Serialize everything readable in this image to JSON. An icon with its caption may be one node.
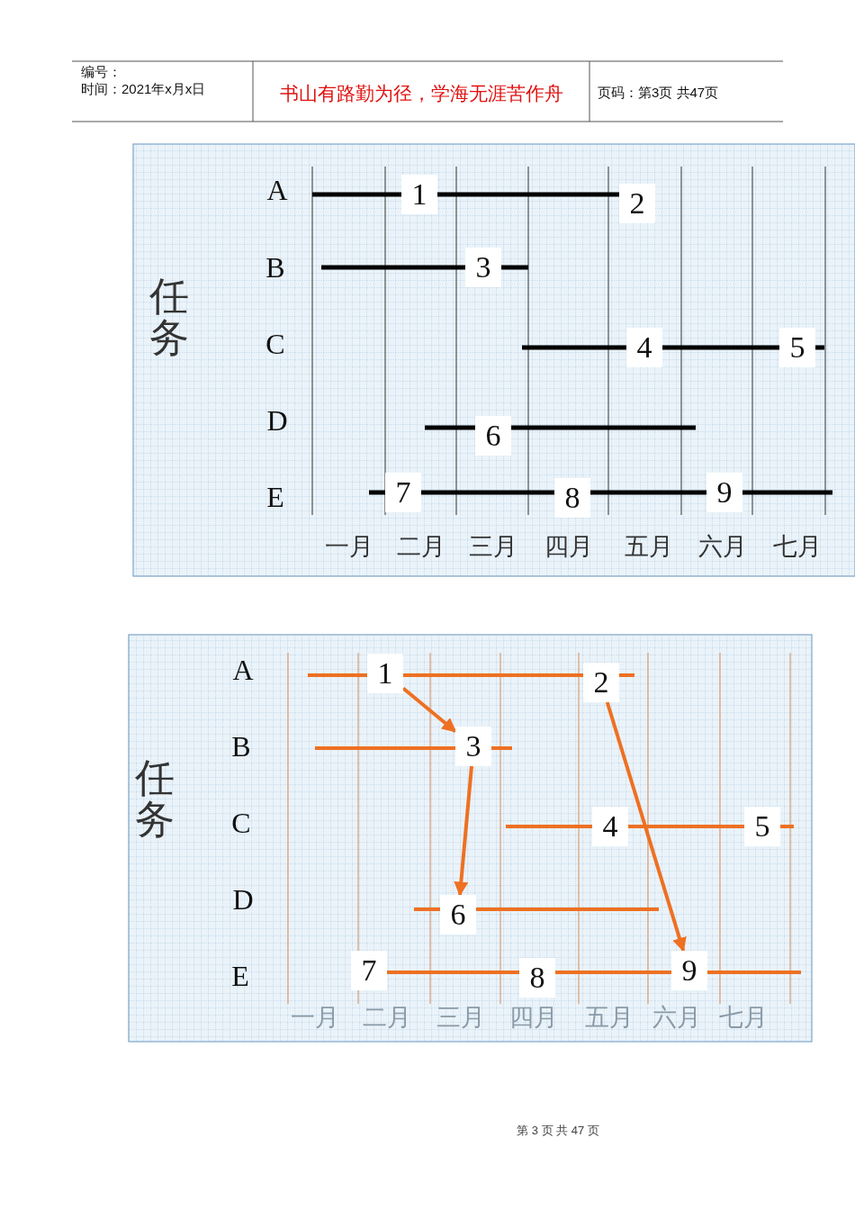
{
  "diagram": {
    "nodes": [
      {
        "text": [
          "1"
        ]
      },
      {
        "text": [
          "2"
        ]
      },
      {
        "text": [
          "3"
        ]
      },
      {
        "text": [
          "4"
        ]
      },
      {
        "text": [
          "5"
        ]
      },
      {
        "text": [
          "6"
        ]
      },
      {
        "text": [
          "7"
        ]
      },
      {
        "text": [
          "8"
        ]
      },
      {
        "text": [
          "9"
        ]
      },
      {
        "text": [
          "1"
        ]
      },
      {
        "text": [
          "2"
        ]
      },
      {
        "text": [
          "3"
        ]
      },
      {
        "text": [
          "4"
        ]
      },
      {
        "text": [
          "5"
        ]
      },
      {
        "text": [
          "6"
        ]
      },
      {
        "text": [
          "7"
        ]
      },
      {
        "text": [
          "8"
        ]
      },
      {
        "text": [
          "9"
        ]
      }
    ],
    "edges": [
      {
        "from": null,
        "to": 0,
        "arrow": "none",
        "color": "#000000"
      },
      {
        "from": 0,
        "to": 1,
        "arrow": "none",
        "color": "#000000"
      },
      {
        "from": null,
        "to": 2,
        "arrow": "none",
        "color": "#000000"
      },
      {
        "from": 2,
        "to": null,
        "arrow": "none",
        "color": "#000000"
      },
      {
        "from": null,
        "to": 3,
        "arrow": "none",
        "color": "#000000"
      },
      {
        "from": 3,
        "to": 4,
        "arrow": "none",
        "color": "#000000"
      },
      {
        "from": 4,
        "to": null,
        "arrow": "none",
        "color": "#000000"
      },
      {
        "from": null,
        "to": 5,
        "arrow": "none",
        "color": "#000000"
      },
      {
        "from": 5,
        "to": null,
        "arrow": "none",
        "color": "#000000"
      },
      {
        "from": null,
        "to": 6,
        "arrow": "none",
        "color": "#000000"
      },
      {
        "from": 6,
        "to": 7,
        "arrow": "none",
        "color": "#000000"
      },
      {
        "from": 7,
        "to": 8,
        "arrow": "none",
        "color": "#000000"
      },
      {
        "from": 8,
        "to": null,
        "arrow": "none",
        "color": "#000000"
      },
      {
        "from": null,
        "to": 9,
        "arrow": "none"
      },
      {
        "from": 9,
        "to": 10,
        "arrow": "none"
      },
      {
        "from": 10,
        "to": null,
        "arrow": "none"
      },
      {
        "from": 9,
        "to": 11,
        "arrow": "to"
      },
      {
        "from": 10,
        "to": 17,
        "arrow": "to"
      },
      {
        "from": null,
        "to": 11,
        "arrow": "none"
      },
      {
        "from": 11,
        "to": null,
        "arrow": "none"
      },
      {
        "from": 11,
        "to": 14,
        "arrow": "to"
      },
      {
        "from": null,
        "to": 12,
        "arrow": "none"
      },
      {
        "from": 12,
        "to": 13,
        "arrow": "none"
      },
      {
        "from": 13,
        "to": null,
        "arrow": "none"
      },
      {
        "from": null,
        "to": 14,
        "arrow": "none"
      },
      {
        "from": 14,
        "to": null,
        "arrow": "none"
      },
      {
        "from": 15,
        "to": 16,
        "arrow": "none"
      },
      {
        "from": 16,
        "to": 17,
        "arrow": "none"
      },
      {
        "from": 17,
        "to": null,
        "arrow": "none"
      }
    ],
    "labels": [
      "编号：",
      "时间：2021年x月x日",
      "书山有路勤为径，学海无涯苦作舟",
      "页码：第3页 共47页",
      "A",
      "B",
      "C",
      "D",
      "E",
      "任务",
      "一月",
      "二月",
      "三月",
      "四月",
      "五月",
      "六月",
      "七月",
      "A",
      "B",
      "C",
      "D",
      "E",
      "任务",
      "一月",
      "二月",
      "三月",
      "四月",
      "五月",
      "六月",
      "七月",
      "第 3 页 共 47 页"
    ]
  }
}
